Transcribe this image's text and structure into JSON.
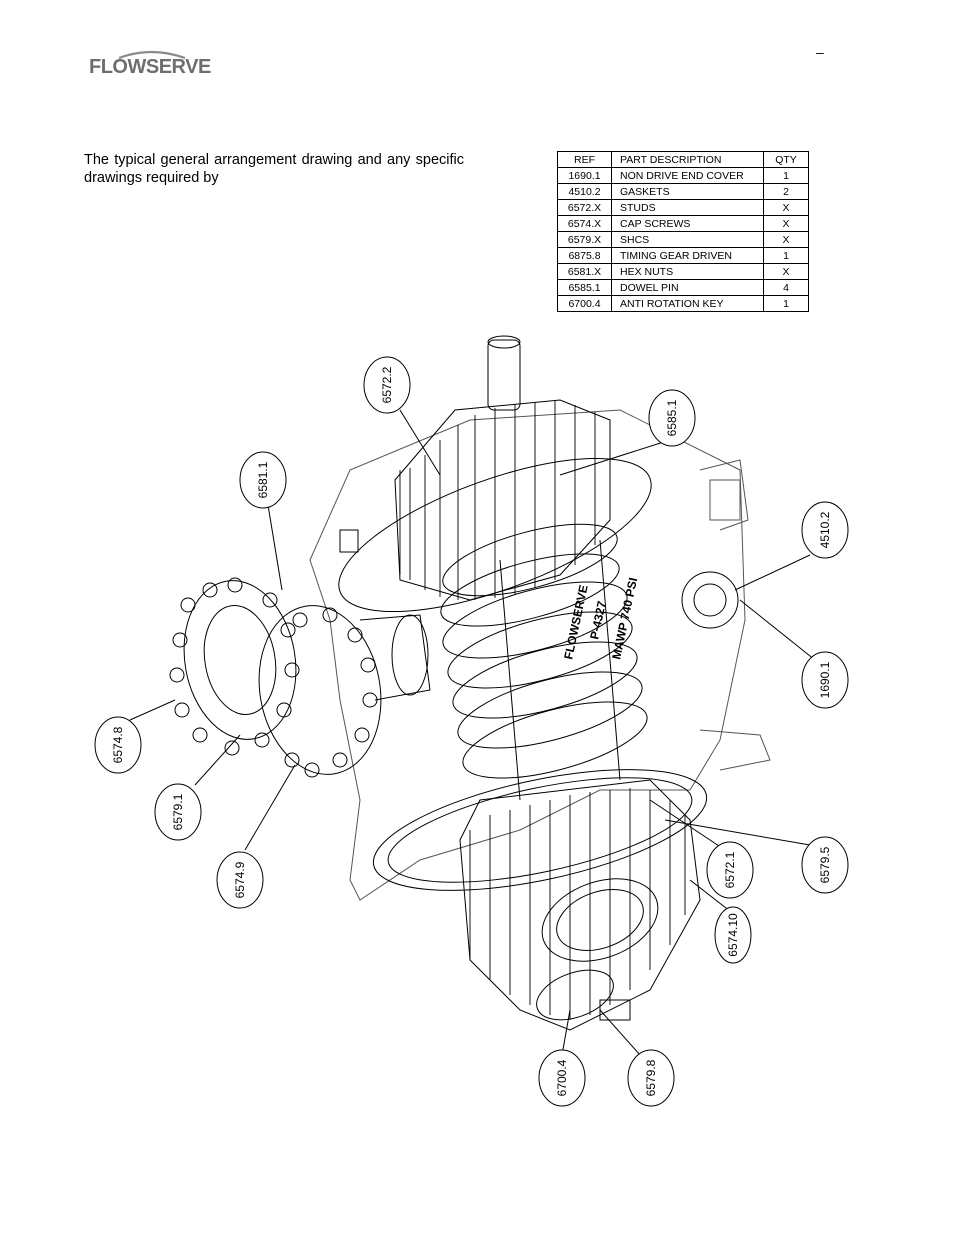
{
  "header": {
    "brand": "FLOWSERVE",
    "page_marker": "–"
  },
  "intro_text": "The typical general arrangement drawing and any specific drawings required by",
  "parts_table": {
    "headers": [
      "REF",
      "PART DESCRIPTION",
      "QTY"
    ],
    "rows": [
      [
        "1690.1",
        "NON DRIVE END COVER",
        "1"
      ],
      [
        "4510.2",
        "GASKETS",
        "2"
      ],
      [
        "6572.X",
        "STUDS",
        "X"
      ],
      [
        "6574.X",
        "CAP SCREWS",
        "X"
      ],
      [
        "6579.X",
        "SHCS",
        "X"
      ],
      [
        "6875.8",
        "TIMING GEAR DRIVEN",
        "1"
      ],
      [
        "6581.X",
        "HEX NUTS",
        "X"
      ],
      [
        "6585.1",
        "DOWEL PIN",
        "4"
      ],
      [
        "6700.4",
        "ANTI ROTATION KEY",
        "1"
      ]
    ]
  },
  "drawing": {
    "rotor_marking": [
      "FLOWSERVE",
      "P-4327",
      "MAWP 740 PSI"
    ],
    "callouts": [
      "6572.2",
      "6585.1",
      "6581.1",
      "4510.2",
      "1690.1",
      "6574.8",
      "6579.1",
      "6574.9",
      "6579.5",
      "6572.1",
      "6574.10",
      "6700.4",
      "6579.8"
    ]
  }
}
